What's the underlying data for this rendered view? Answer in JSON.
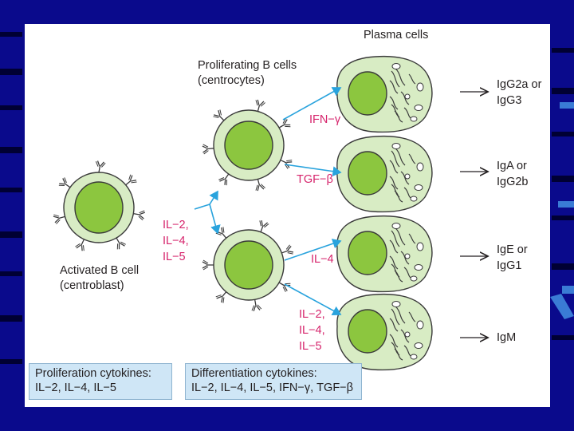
{
  "labels": {
    "plasma_title": "Plasma cells",
    "proliferating_line1": "Proliferating B cells",
    "proliferating_line2": "(centrocytes)",
    "activated_line1": "Activated B cell",
    "activated_line2": "(centroblast)"
  },
  "cytokines": {
    "ifn": "IFN−γ",
    "tgf": "TGF−β",
    "il4": "IL−4",
    "center": [
      "IL−2,",
      "IL−4,",
      "IL−5"
    ],
    "bottom": [
      "IL−2,",
      "IL−4,",
      "IL−5"
    ]
  },
  "outputs": [
    [
      "IgG2a or",
      "IgG3"
    ],
    [
      "IgA or",
      "IgG2b"
    ],
    [
      "IgE or",
      "IgG1"
    ],
    [
      "IgM"
    ]
  ],
  "legend": {
    "proliferation_title": "Proliferation cytokines:",
    "proliferation_list": "IL−2, IL−4, IL−5",
    "differentiation_title": "Differentiation cytokines:",
    "differentiation_list": "IL−2, IL−4, IL−5, IFN−γ, TGF−β"
  },
  "colors": {
    "cell_fill": "#d8ecc4",
    "nucleus": "#8cc63f",
    "outline": "#3a3a3a",
    "arrow": "#29a3dd",
    "cytokine_text": "#d6246c",
    "legend_bg": "#cfe6f6",
    "background": "#0a0a8c"
  }
}
